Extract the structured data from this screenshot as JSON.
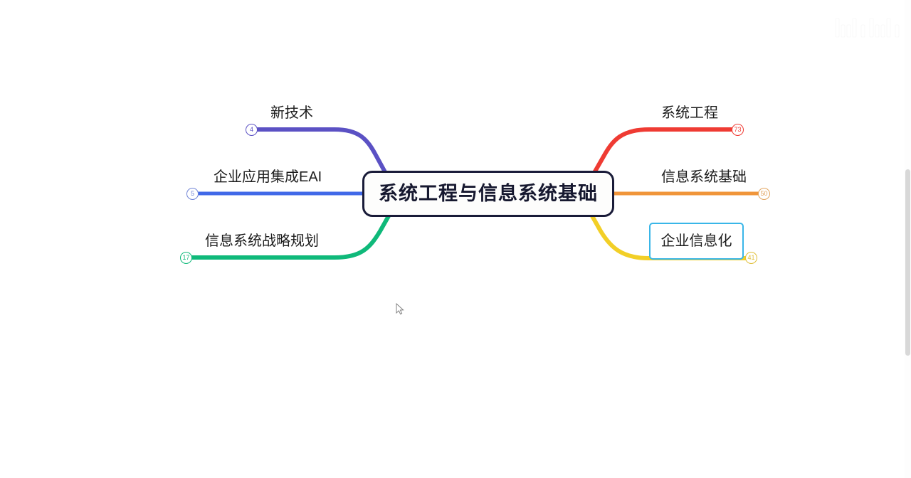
{
  "app": {
    "background_color": "#ffffff"
  },
  "mindmap": {
    "central_node": {
      "label": "系统工程与信息系统基础",
      "border_color": "#191b38",
      "text_color": "#16182f"
    },
    "branches": [
      {
        "label": "新技术",
        "badge": "4",
        "color": "#5b51c4",
        "side": "left",
        "position": "top"
      },
      {
        "label": "企业应用集成EAI",
        "badge": "5",
        "color": "#4169e8",
        "side": "left",
        "position": "middle"
      },
      {
        "label": "信息系统战略规划",
        "badge": "17",
        "color": "#0fb97a",
        "side": "left",
        "position": "bottom"
      },
      {
        "label": "系统工程",
        "badge": "73",
        "color": "#ef3b33",
        "side": "right",
        "position": "top"
      },
      {
        "label": "信息系统基础",
        "badge": "50",
        "color": "#f0953a",
        "side": "right",
        "position": "middle"
      },
      {
        "label": "企业信息化",
        "badge": "41",
        "color": "#f2cf27",
        "side": "right",
        "position": "bottom",
        "selected": true,
        "selection_color": "#39b6e8"
      }
    ]
  },
  "player": {
    "controls": [
      {
        "name": "subtitle-icon",
        "title": "字幕"
      },
      {
        "name": "list-icon",
        "title": "列表"
      },
      {
        "name": "clock-icon",
        "title": "定时"
      },
      {
        "name": "contrast-icon",
        "title": "画面"
      },
      {
        "name": "star-icon",
        "title": "收藏"
      },
      {
        "name": "widescreen-icon",
        "title": "宽屏"
      }
    ],
    "watermark": "bilibili"
  },
  "scrollbar": {
    "thumb_color": "#d8d8d8"
  }
}
